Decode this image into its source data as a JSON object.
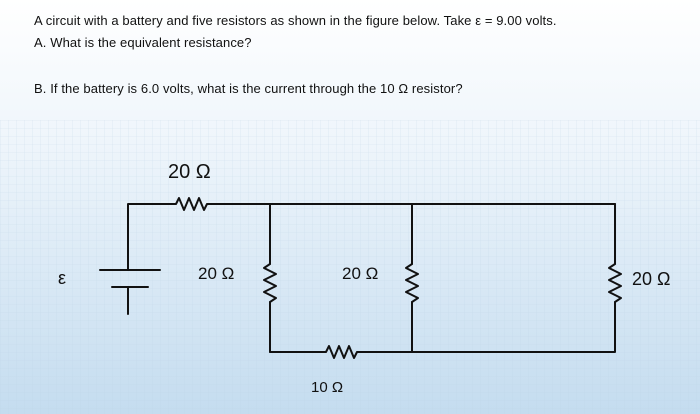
{
  "problem": {
    "intro": "A circuit with a battery and five resistors as shown in the figure below. Take ε = 9.00 volts.",
    "part_a": "A. What is the equivalent resistance?",
    "part_b": "B. If the battery is 6.0 volts, what is the current through the 10 Ω resistor?"
  },
  "circuit": {
    "emf_symbol": "ε",
    "resistors": {
      "top": "20 Ω",
      "left": "20 Ω",
      "middle": "20 Ω",
      "right": "20 Ω",
      "bottom": "10 Ω"
    }
  },
  "colors": {
    "background_top": "#ffffff",
    "background_bottom": "#c4dcef",
    "wire": "#111111"
  }
}
